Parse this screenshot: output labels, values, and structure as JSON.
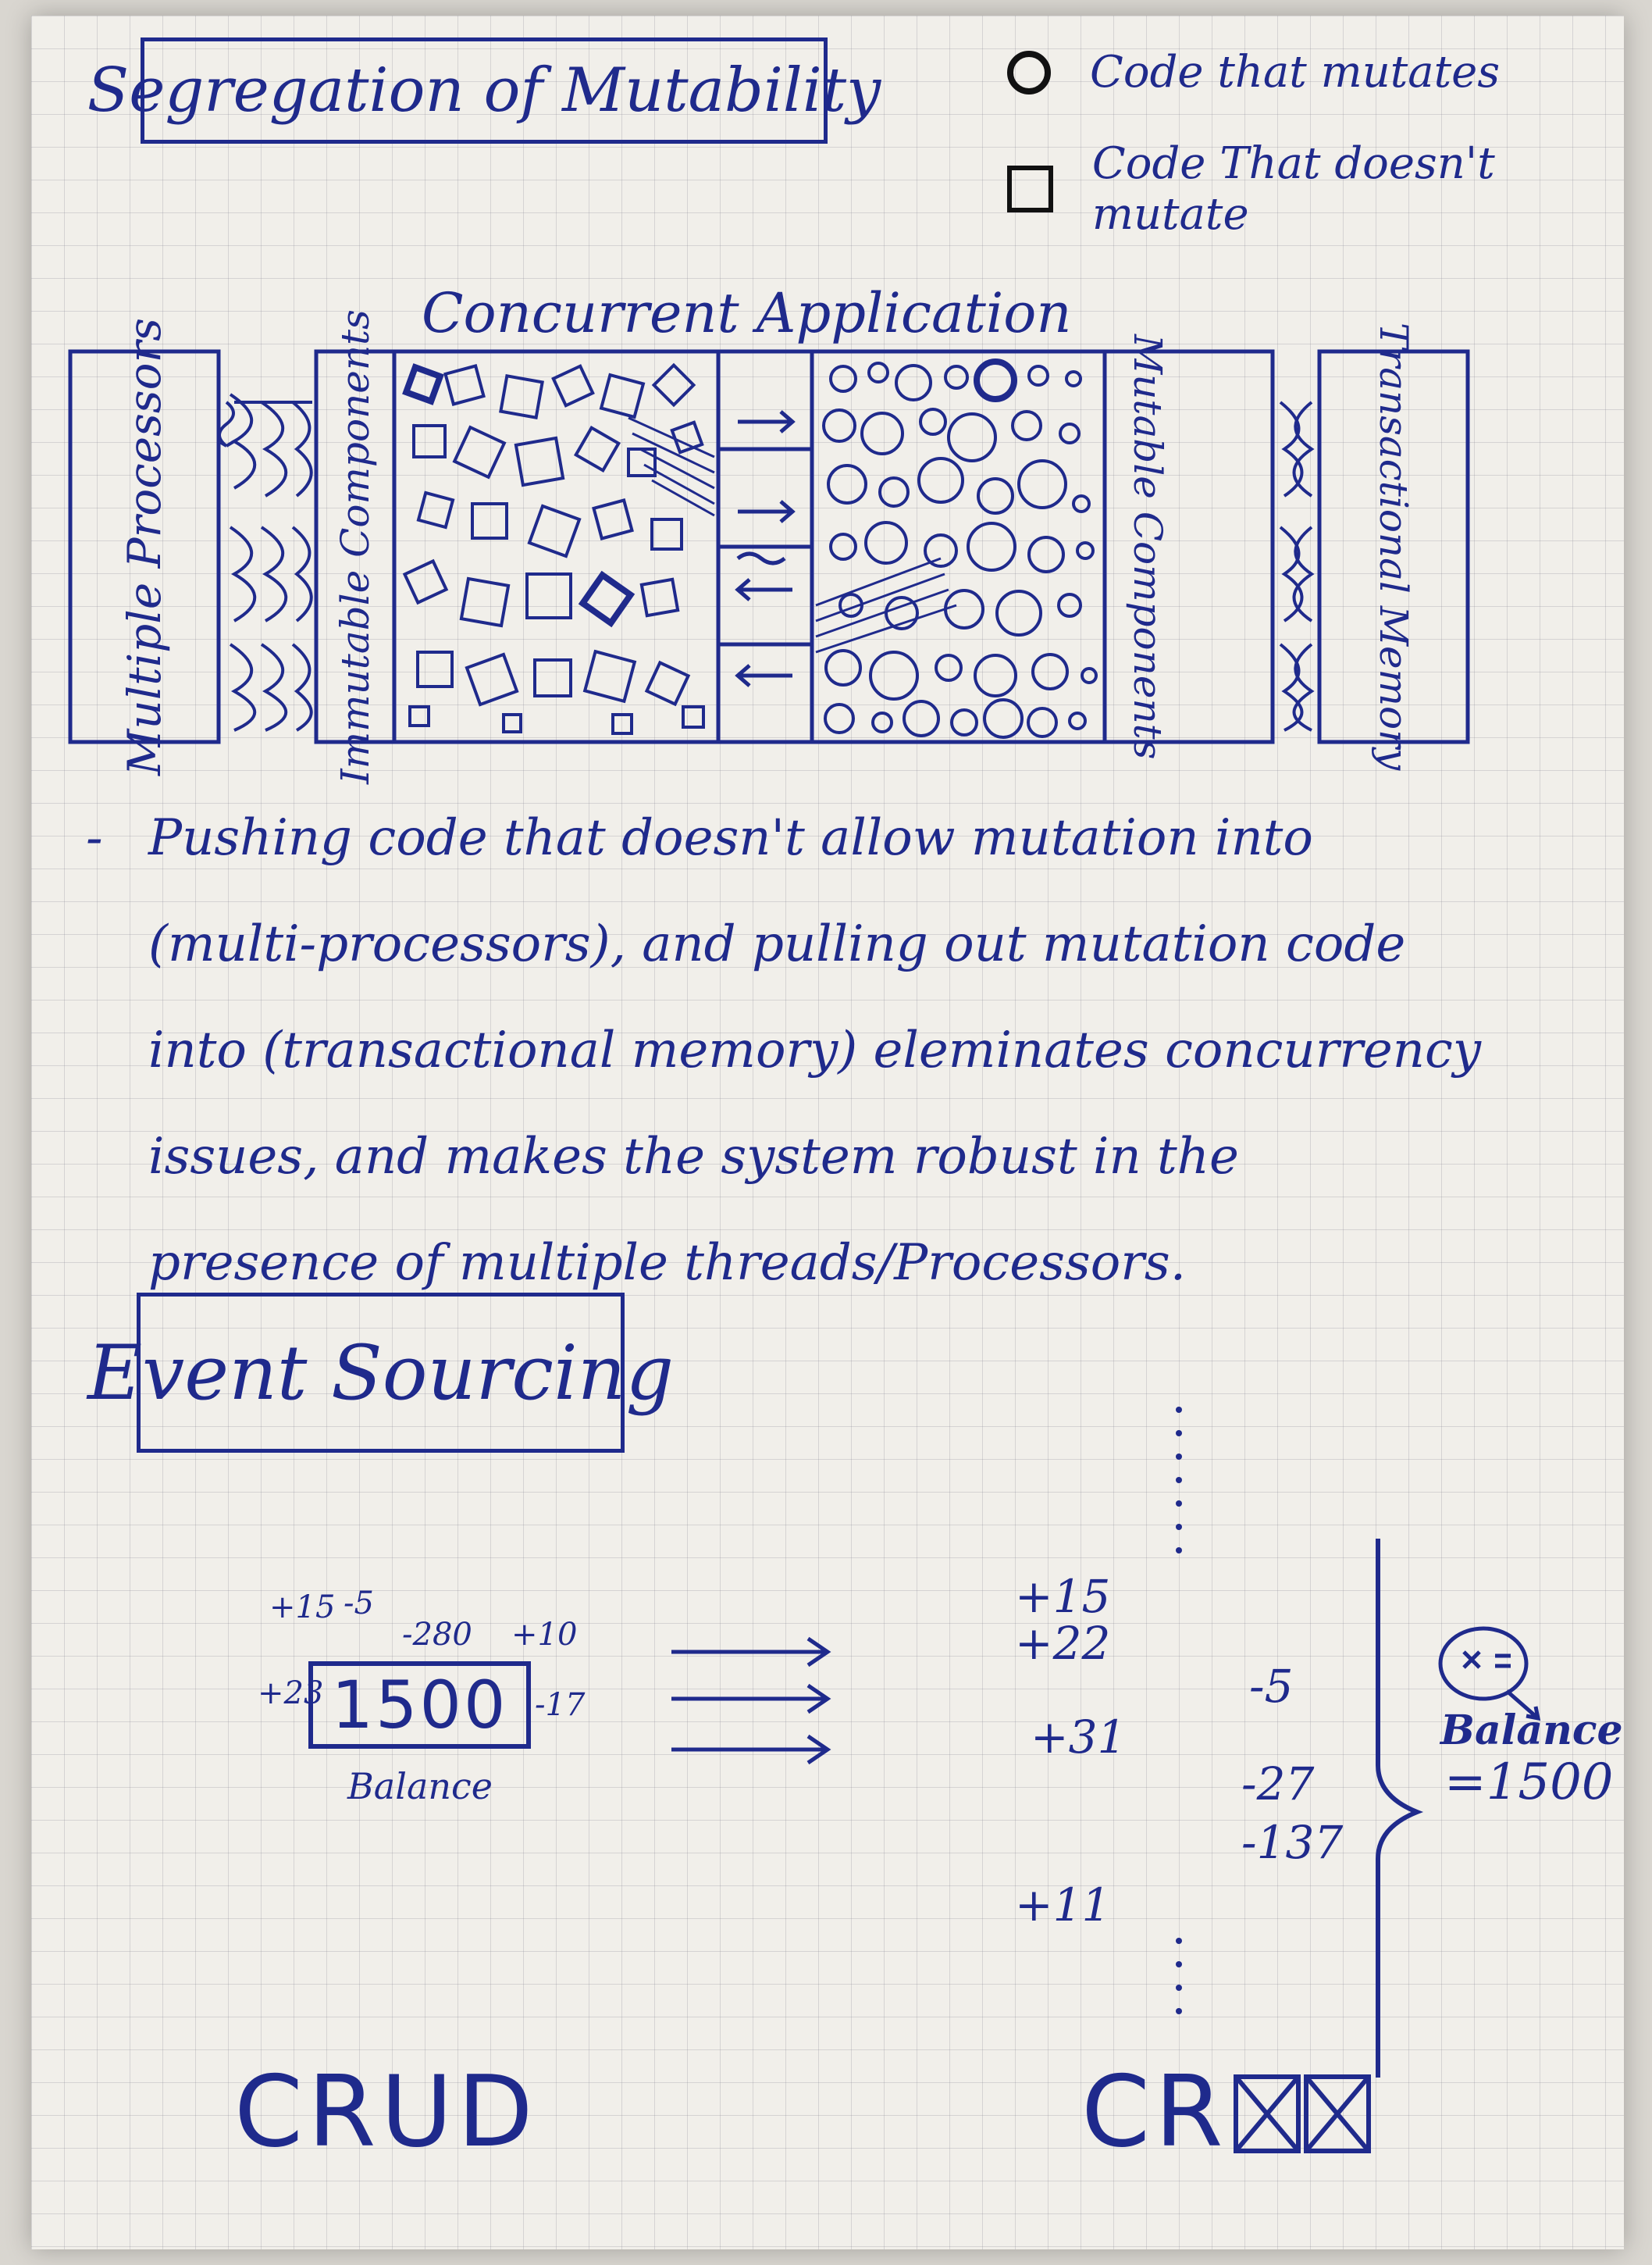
{
  "header": {
    "title": "Segregation of Mutability"
  },
  "legend": {
    "items": [
      {
        "shape": "circle",
        "label": "Code that mutates"
      },
      {
        "shape": "square",
        "label": "Code That doesn't mutate"
      }
    ]
  },
  "diagram": {
    "title": "Concurrent Application",
    "left_panel": "Multiple Processors",
    "immutable_label": "Immutable Components",
    "mutable_label": "Mutable Components",
    "right_panel": "Transactional Memory"
  },
  "paragraph": {
    "bullet": "-",
    "lines": [
      "Pushing code that doesn't allow mutation into",
      "(multi-processors), and pulling out mutation code",
      "into (transactional memory) eleminates concurrency",
      "issues, and makes the system robust in the",
      "presence of multiple threads/Processors."
    ]
  },
  "event_sourcing": {
    "title": "Event Sourcing",
    "crud": {
      "top_values": [
        "+15",
        "-5",
        "-280",
        "+10"
      ],
      "left_value": "+23",
      "right_value": "-17",
      "balance_value": "1500",
      "balance_label": "Balance",
      "label": "CRUD"
    },
    "events_column_1": [
      "+15",
      "+22",
      "+31",
      "+11"
    ],
    "events_column_2": [
      "-5",
      "-27",
      "-137"
    ],
    "result": {
      "label": "Balance",
      "value": "=1500"
    },
    "cr_label": "CR"
  },
  "colors": {
    "ink": "#1f2a8c",
    "paper": "#f1efea"
  }
}
